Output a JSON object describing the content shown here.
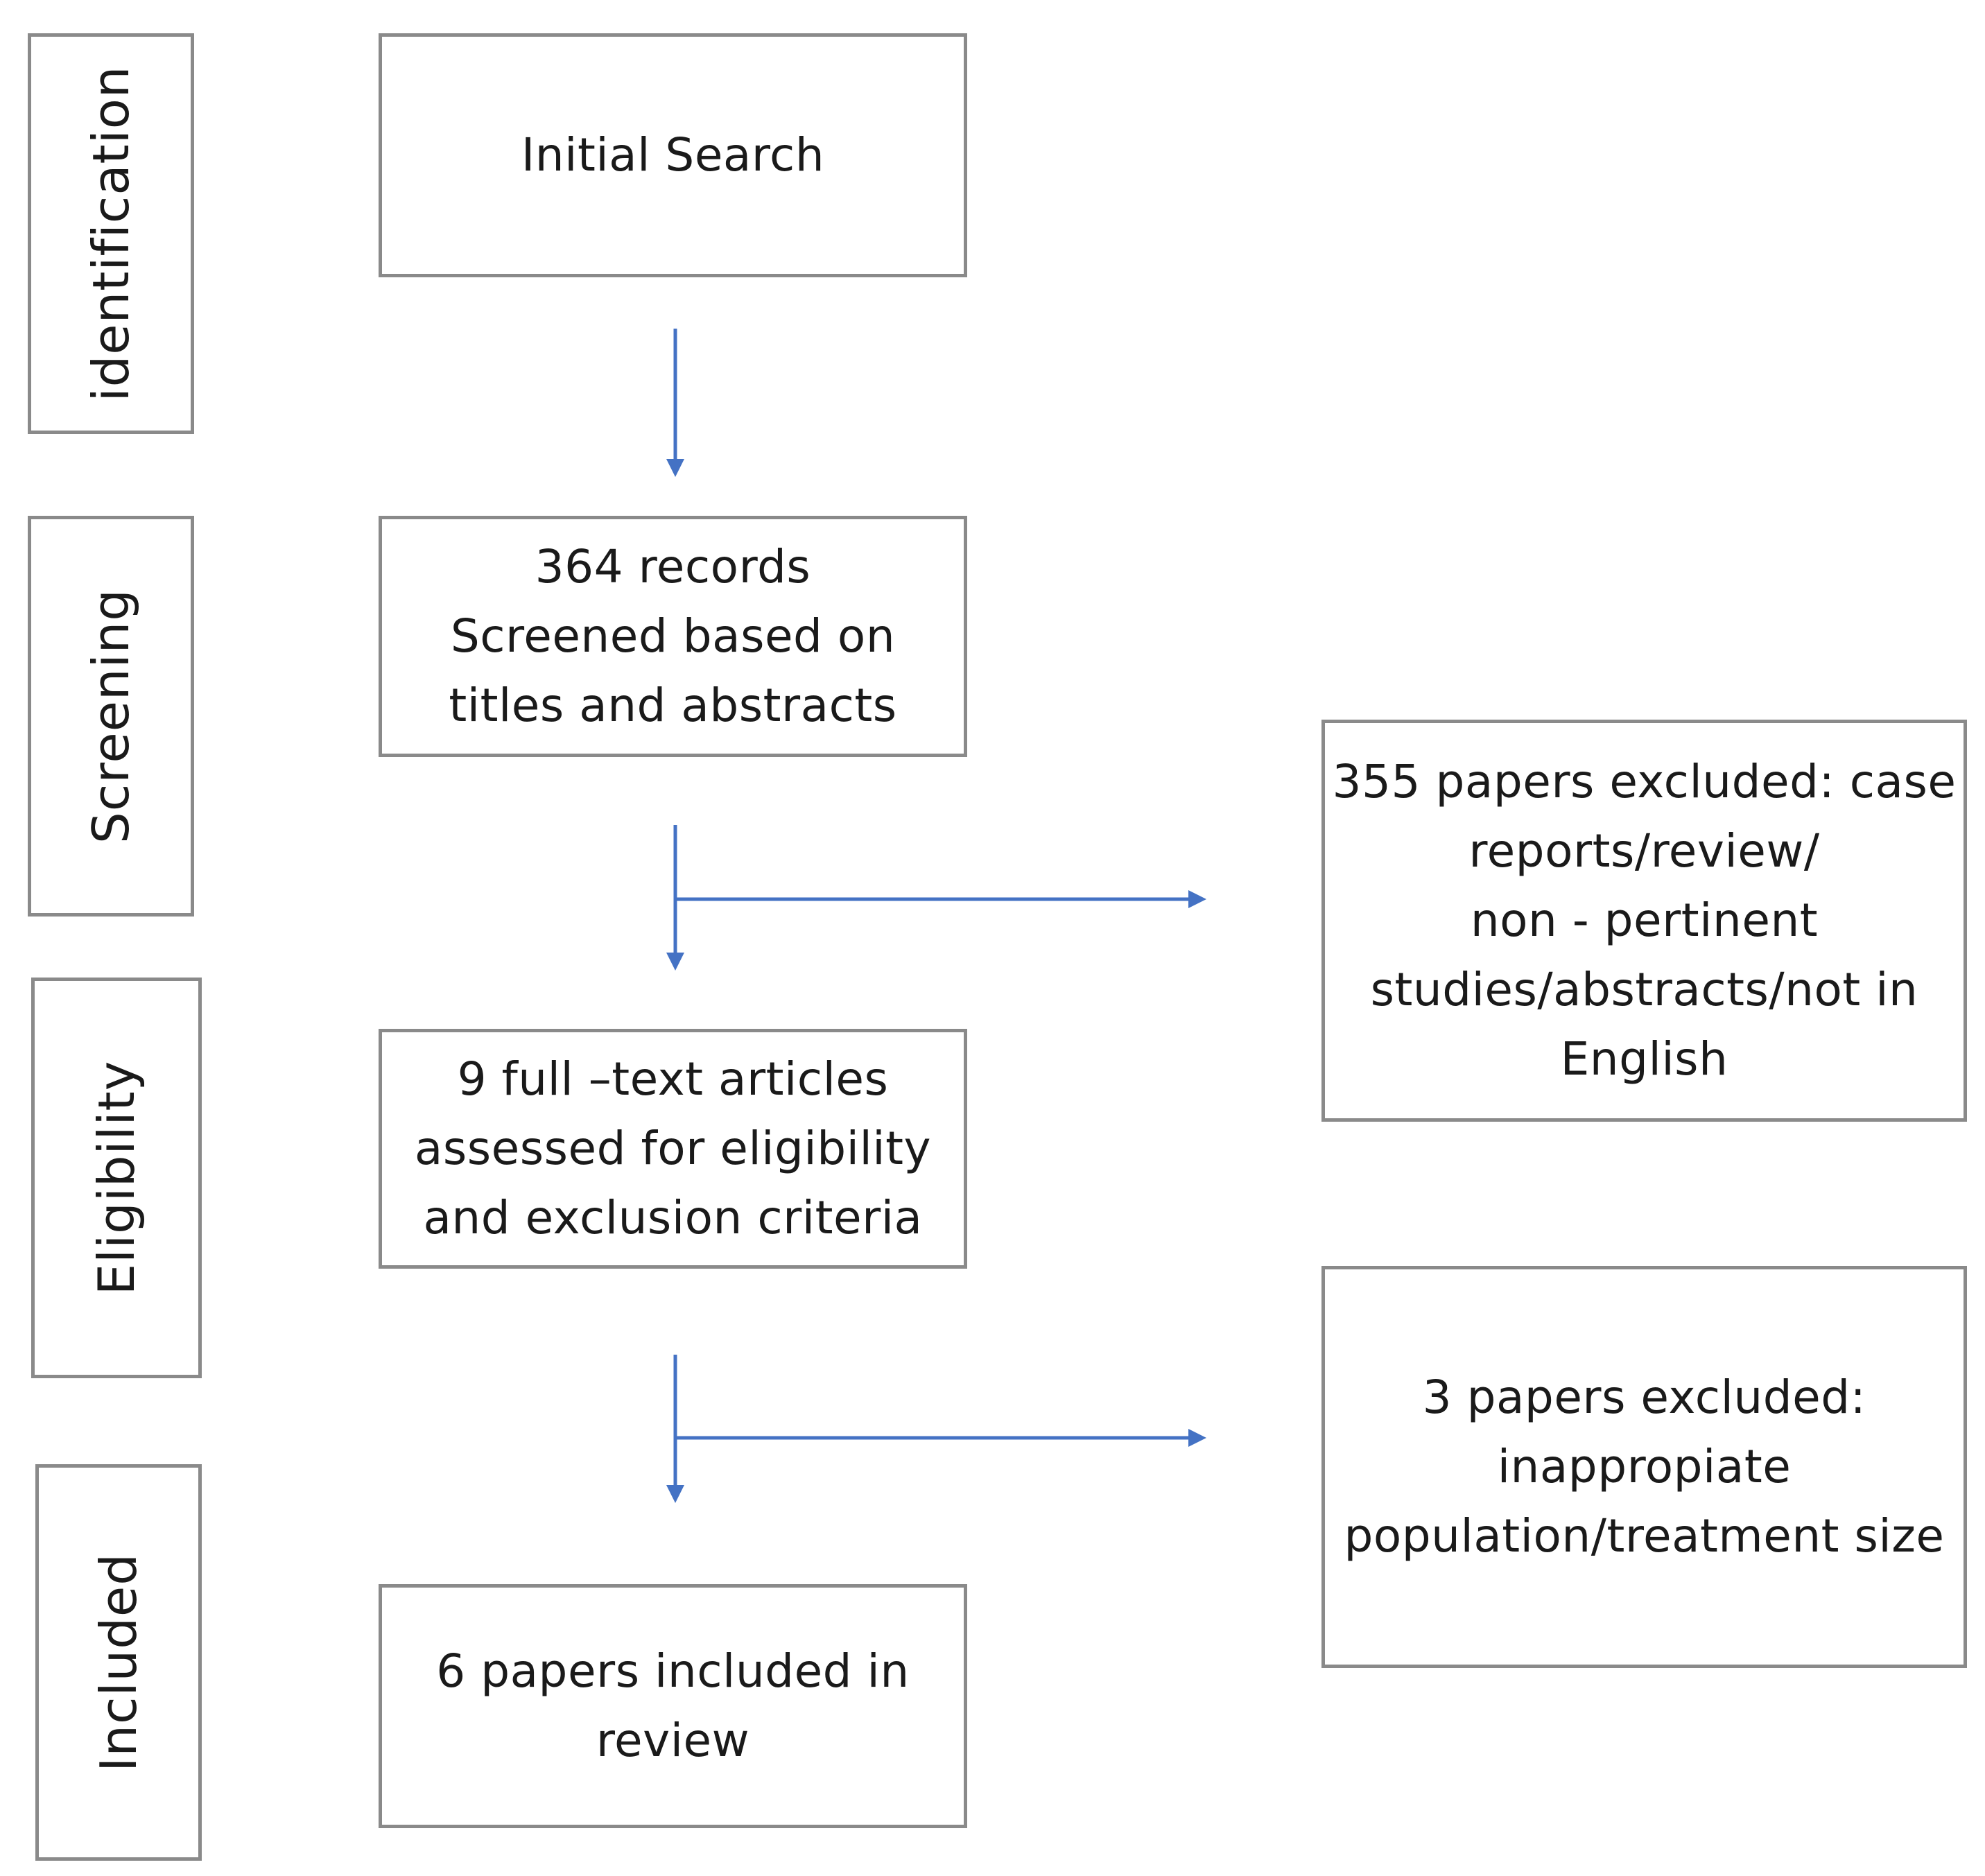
{
  "stages": {
    "identification": "identification",
    "screening": "Screening",
    "eligibility": "Eligibility",
    "included": "Included"
  },
  "boxes": {
    "initial_search": [
      "Initial Search"
    ],
    "records_screened": [
      "364 records",
      "Screened  based on",
      "titles and abstracts"
    ],
    "full_text": [
      "9 full –text articles",
      "assessed for eligibility",
      "and exclusion criteria"
    ],
    "included_review": [
      "6 papers included in",
      "review"
    ],
    "excluded_screening": [
      "355 papers excluded: case",
      "reports/review/",
      "non - pertinent",
      "studies/abstracts/not in",
      "English"
    ],
    "excluded_eligibility": [
      "3 papers excluded:",
      "inappropiate",
      "population/treatment size"
    ]
  },
  "colors": {
    "arrow": "#4472c4",
    "border": "#8a8a8a"
  }
}
